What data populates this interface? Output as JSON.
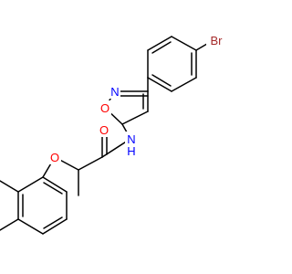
{
  "molecule": {
    "colors": {
      "bond": "#000000",
      "Br": "#a52a2a",
      "N": "#0000ff",
      "O": "#ff0000",
      "background": "#ffffff"
    },
    "atom_labels": {
      "br": "Br",
      "isoxazole_n": "N",
      "isoxazole_o": "O",
      "amide_n": "N",
      "amide_h": "H",
      "carbonyl_o": "O",
      "ether_o": "O"
    }
  }
}
